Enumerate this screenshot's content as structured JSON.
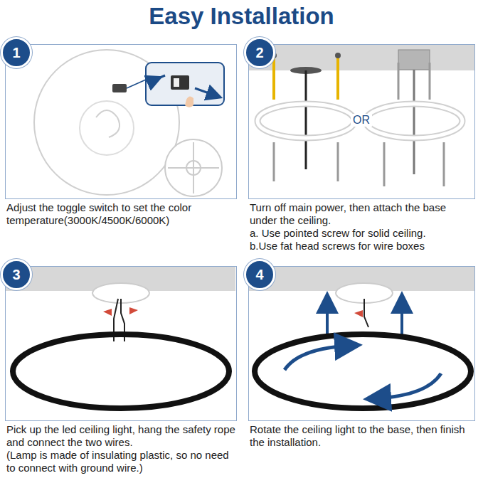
{
  "diagram": {
    "title": "Easy Installation",
    "nodes": [
      {
        "text": [
          "1",
          "Adjust the toggle switch to set the color temperature(3000K/4500K/6000K)"
        ]
      },
      {
        "text": [
          "2",
          "Turn off main power, then attach the base under the ceiling.",
          "a. Use pointed screw for solid ceiling.",
          "b.Use fat head screws for wire boxes"
        ]
      },
      {
        "text": [
          "3",
          "Pick up the led ceiling light, hang the safety rope and connect the two wires.",
          "(Lamp is made of insulating plastic, so no need to connect with ground wire.)"
        ]
      },
      {
        "text": [
          "4",
          "Rotate the ceiling light to the base, then finish the installation."
        ]
      }
    ],
    "labels": [
      "OR"
    ]
  }
}
